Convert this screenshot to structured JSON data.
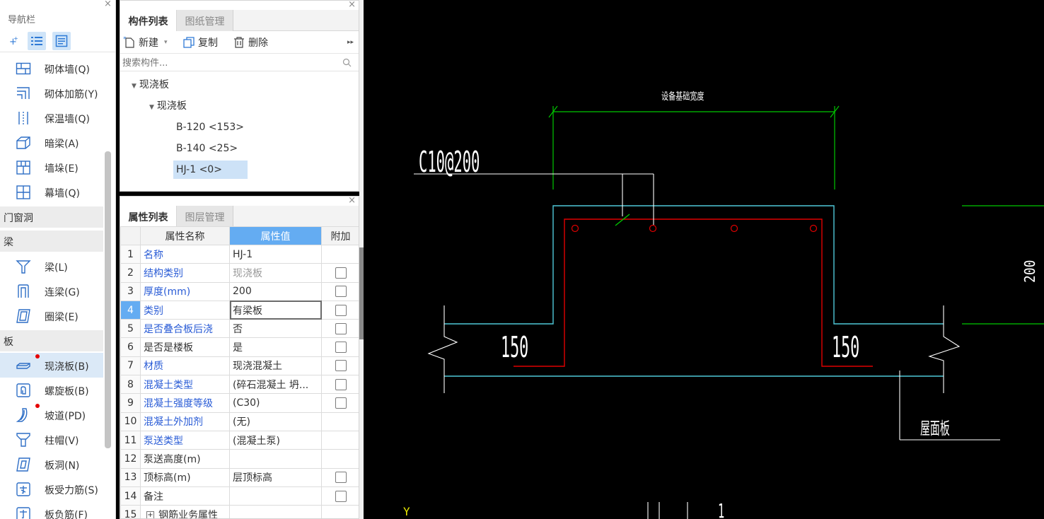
{
  "nav": {
    "title": "导航栏",
    "close": "×",
    "items": [
      {
        "label": "砌体墙(Q)"
      },
      {
        "label": "砌体加筋(Y)"
      },
      {
        "label": "保温墙(Q)"
      },
      {
        "label": "暗梁(A)"
      },
      {
        "label": "墙垛(E)"
      },
      {
        "label": "幕墙(Q)"
      },
      {
        "label": "梁(L)"
      },
      {
        "label": "连梁(G)"
      },
      {
        "label": "圈梁(E)"
      },
      {
        "label": "现浇板(B)"
      },
      {
        "label": "螺旋板(B)"
      },
      {
        "label": "坡道(PD)"
      },
      {
        "label": "柱帽(V)"
      },
      {
        "label": "板洞(N)"
      },
      {
        "label": "板受力筋(S)"
      },
      {
        "label": "板负筋(F)"
      }
    ],
    "categories": [
      {
        "label": "门窗洞"
      },
      {
        "label": "梁"
      },
      {
        "label": "板"
      }
    ]
  },
  "component_panel": {
    "tabs": [
      "构件列表",
      "图纸管理"
    ],
    "close": "×",
    "toolbar": {
      "new": "新建",
      "copy": "复制",
      "delete": "删除",
      "more": "▸▸"
    },
    "search": {
      "placeholder": "搜索构件..."
    },
    "tree": {
      "root": "现浇板",
      "child": "现浇板",
      "leaves": [
        "B-120 <153>",
        "B-140 <25>",
        "HJ-1 <0>"
      ]
    }
  },
  "property_panel": {
    "tabs": [
      "属性列表",
      "图层管理"
    ],
    "close": "×",
    "headers": [
      "属性名称",
      "属性值",
      "附加"
    ],
    "rows": [
      {
        "num": "1",
        "name": "名称",
        "value": "HJ-1"
      },
      {
        "num": "2",
        "name": "结构类别",
        "value": "现浇板"
      },
      {
        "num": "3",
        "name": "厚度(mm)",
        "value": "200"
      },
      {
        "num": "4",
        "name": "类别",
        "value": "有梁板"
      },
      {
        "num": "5",
        "name": "是否叠合板后浇",
        "value": "否"
      },
      {
        "num": "6",
        "name": "是否是楼板",
        "value": "是"
      },
      {
        "num": "7",
        "name": "材质",
        "value": "现浇混凝土"
      },
      {
        "num": "8",
        "name": "混凝土类型",
        "value": "(碎石混凝土 坍..."
      },
      {
        "num": "9",
        "name": "混凝土强度等级",
        "value": "(C30)"
      },
      {
        "num": "10",
        "name": "混凝土外加剂",
        "value": "(无)"
      },
      {
        "num": "11",
        "name": "泵送类型",
        "value": "(混凝土泵)"
      },
      {
        "num": "12",
        "name": "泵送高度(m)",
        "value": ""
      },
      {
        "num": "13",
        "name": "顶标高(m)",
        "value": "层顶标高"
      },
      {
        "num": "14",
        "name": "备注",
        "value": ""
      },
      {
        "num": "15",
        "name": "钢筋业务属性",
        "value": "",
        "expand": "+"
      }
    ]
  },
  "cad": {
    "top_label": "设备基础宽度",
    "rebar_label": "C10@200",
    "dim_left": "150",
    "dim_right": "150",
    "right_dim": "200",
    "roof_label": "屋面板",
    "axis_y": "Y",
    "bottom_mark": "1",
    "colors": {
      "green": "#00c800",
      "cyan": "#4fc8d8",
      "red": "#e00000",
      "white": "#ffffff"
    }
  }
}
